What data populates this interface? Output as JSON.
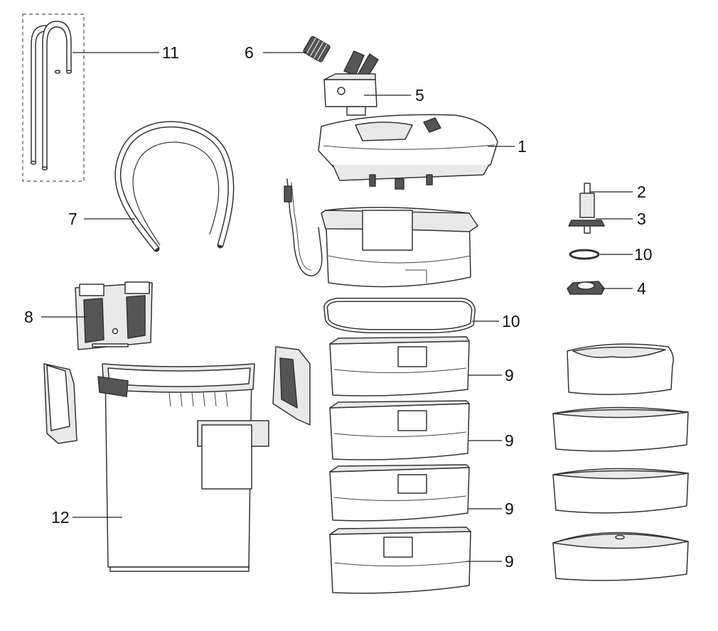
{
  "labels": {
    "lid": "1",
    "impeller_shaft": "2",
    "impeller": "3",
    "impeller_cover": "4",
    "valve_block": "5",
    "hose_connector": "6",
    "hose": "7",
    "clip_bracket": "8",
    "tray_1": "9",
    "tray_2": "9",
    "tray_3": "9",
    "tray_4": "9",
    "o_ring_small": "10",
    "o_ring_large": "10",
    "intake_pipes": "11",
    "canister": "12"
  },
  "colors": {
    "line": "#333333",
    "fill": "#ffffff",
    "shade": "#e9e9e9"
  }
}
